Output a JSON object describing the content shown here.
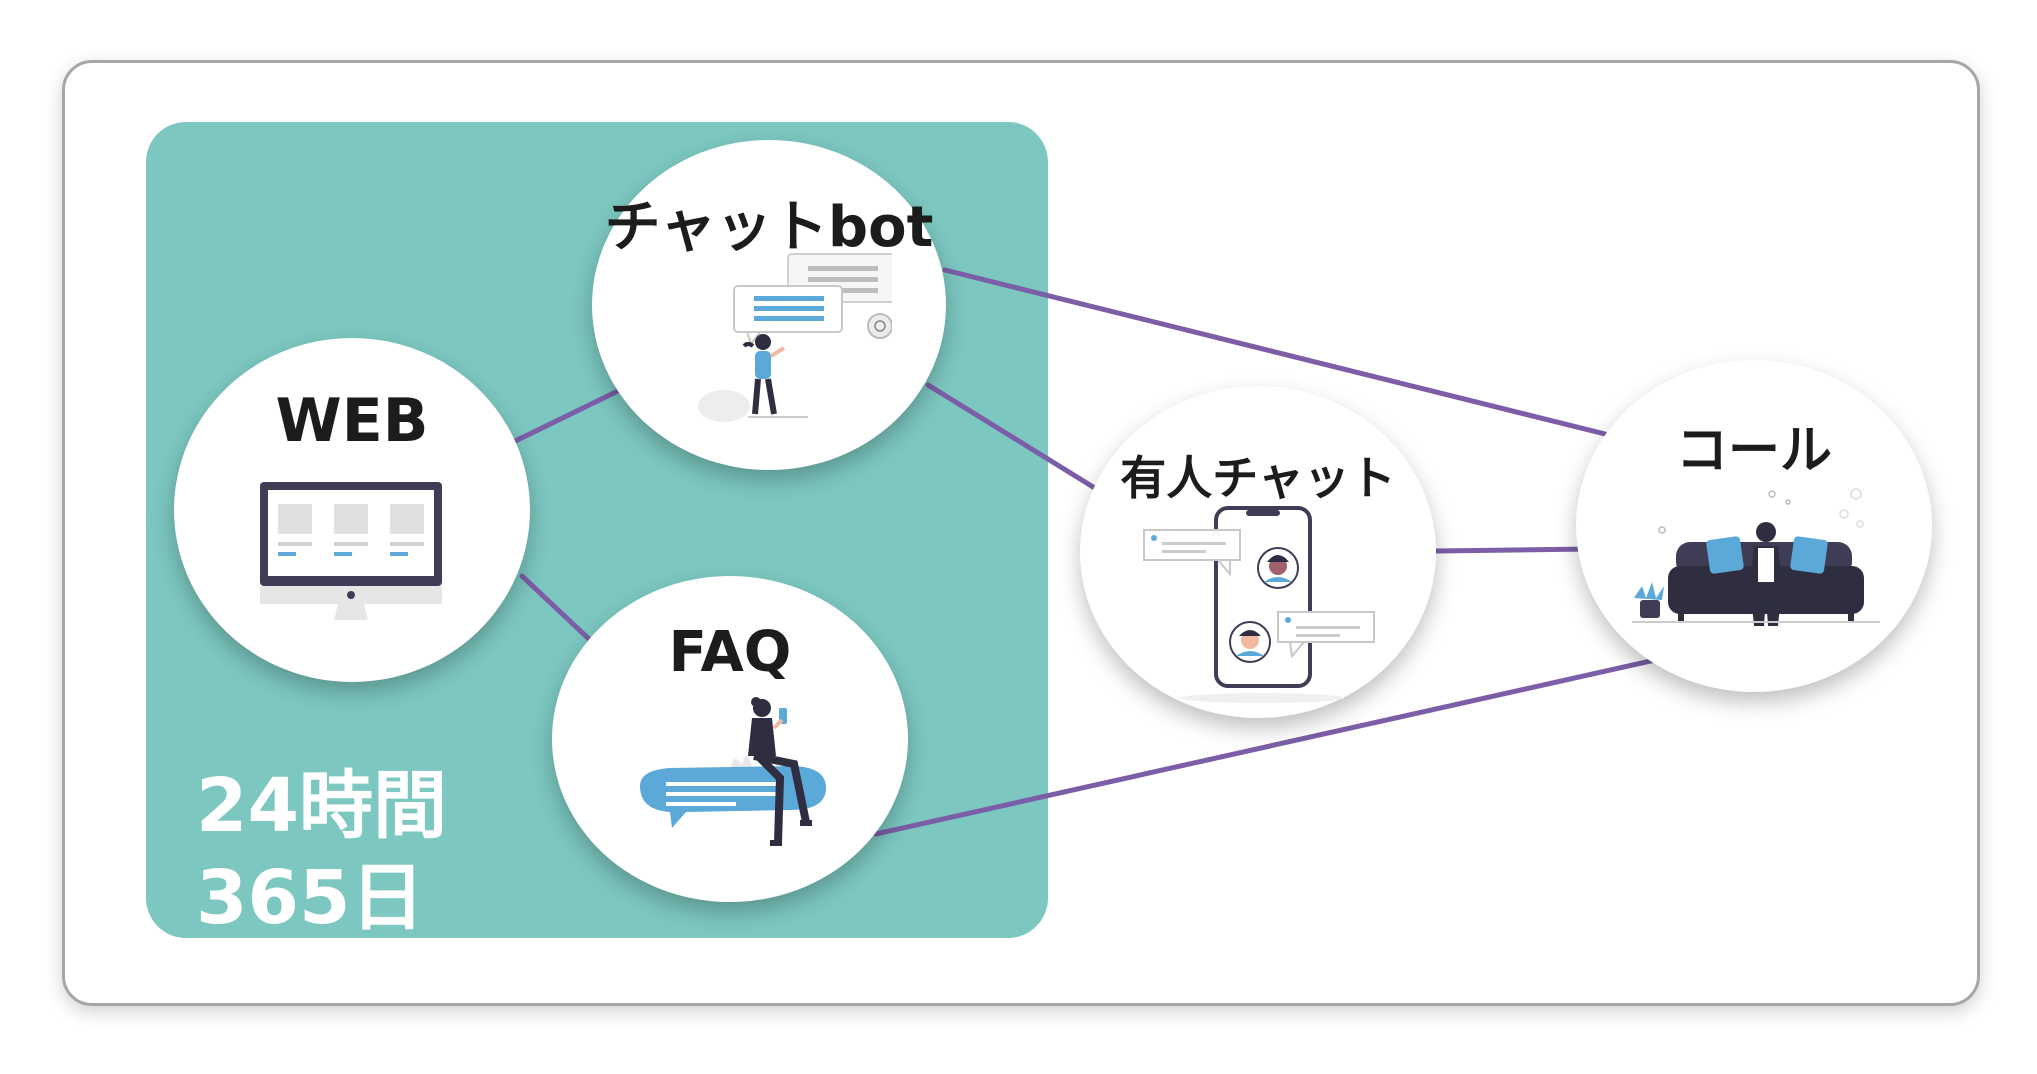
{
  "zone": {
    "line1": "24時間",
    "line2": "365日",
    "color": "#7cc7c0"
  },
  "connector_color": "#7b5ea7",
  "nodes": [
    {
      "id": "chatbot",
      "label": "チャットbot",
      "icon": "chatbot-illustration"
    },
    {
      "id": "web",
      "label": "WEB",
      "icon": "monitor-illustration"
    },
    {
      "id": "faq",
      "label": "FAQ",
      "icon": "faq-illustration"
    },
    {
      "id": "human-chat",
      "label": "有人チャット",
      "icon": "smartphone-chat-illustration"
    },
    {
      "id": "call",
      "label": "コール",
      "icon": "sofa-person-illustration"
    }
  ],
  "edges": [
    {
      "from": "web",
      "to": "chatbot"
    },
    {
      "from": "web",
      "to": "faq"
    },
    {
      "from": "chatbot",
      "to": "human-chat"
    },
    {
      "from": "chatbot",
      "to": "call"
    },
    {
      "from": "human-chat",
      "to": "call"
    },
    {
      "from": "faq",
      "to": "call"
    }
  ]
}
